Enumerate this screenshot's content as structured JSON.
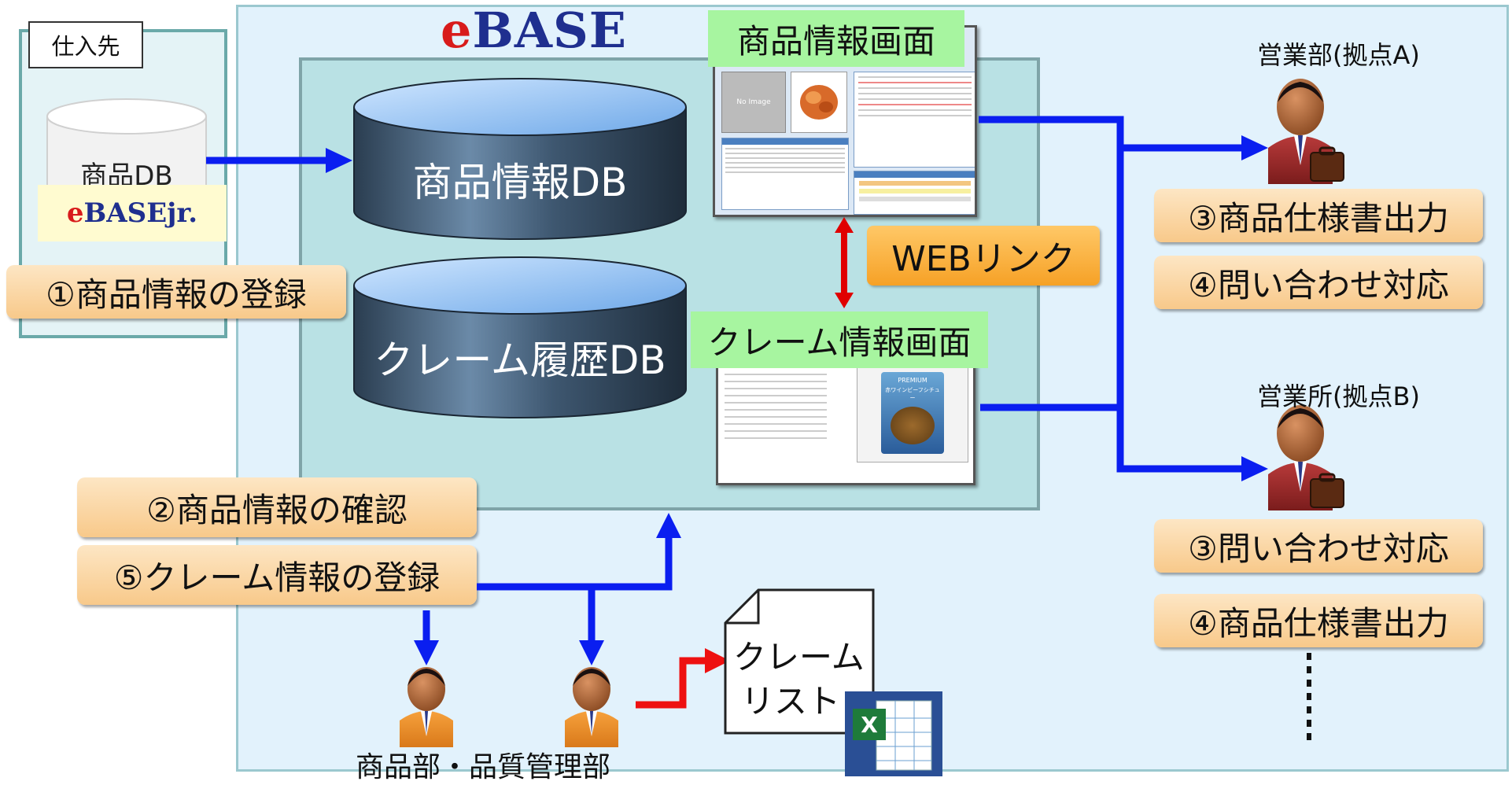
{
  "title": "eBASE",
  "supplier": {
    "label": "仕入先",
    "db_label": "商品DB",
    "product": "eBASEjr.",
    "step1": "①商品情報の登録"
  },
  "databases": {
    "product_db": "商品情報DB",
    "claim_db": "クレーム履歴DB"
  },
  "screens": {
    "product_screen": "商品情報画面",
    "claim_screen": "クレーム情報画面",
    "no_image": "No Image",
    "package_brand": "PREMIUM",
    "package_name": "赤ワインビーフシチュー"
  },
  "weblink": "WEBリンク",
  "steps": {
    "step2": "②商品情報の確認",
    "step5": "⑤クレーム情報の登録"
  },
  "sites": {
    "a": {
      "label": "営業部(拠点A)",
      "actions": [
        "③商品仕様書出力",
        "④問い合わせ対応"
      ]
    },
    "b": {
      "label": "営業所(拠点B)",
      "actions": [
        "③問い合わせ対応",
        "④商品仕様書出力"
      ]
    }
  },
  "departments": "商品部・品質管理部",
  "claim_list": {
    "line1": "クレーム",
    "line2": "リスト"
  },
  "colors": {
    "flow_arrow": "#0a1ef0",
    "export_arrow": "#ee1111",
    "weblink_arrow": "#e00000"
  }
}
